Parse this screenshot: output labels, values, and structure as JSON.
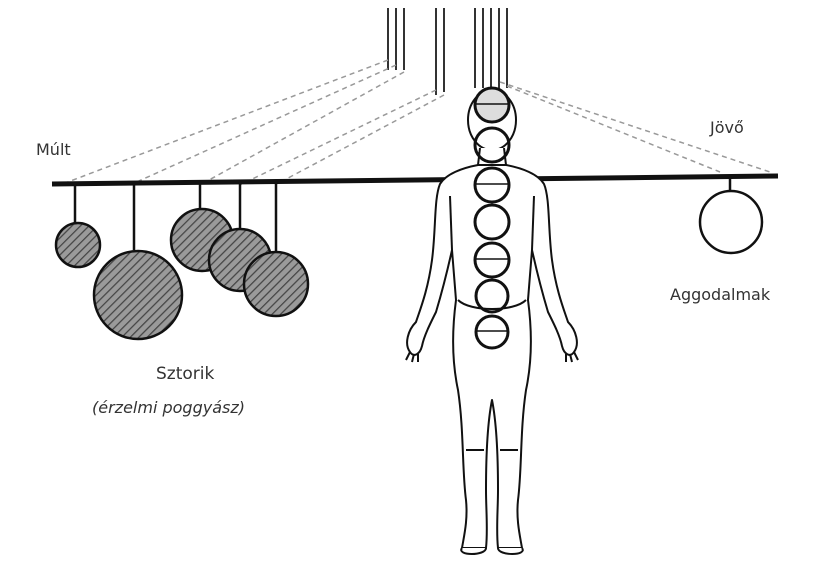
{
  "labels": {
    "past": "Múlt",
    "future": "Jövő",
    "worries": "Aggodalmak",
    "stories": "Sztorik",
    "stories_sub": "(érzelmi poggyász)"
  },
  "colors": {
    "ink": "#111111",
    "hatch": "#555555",
    "hatch_bg": "#9a9a9a",
    "dashed": "#999999"
  },
  "icons": {
    "human_figure": "human-figure",
    "chakra": "chakra-circle"
  }
}
